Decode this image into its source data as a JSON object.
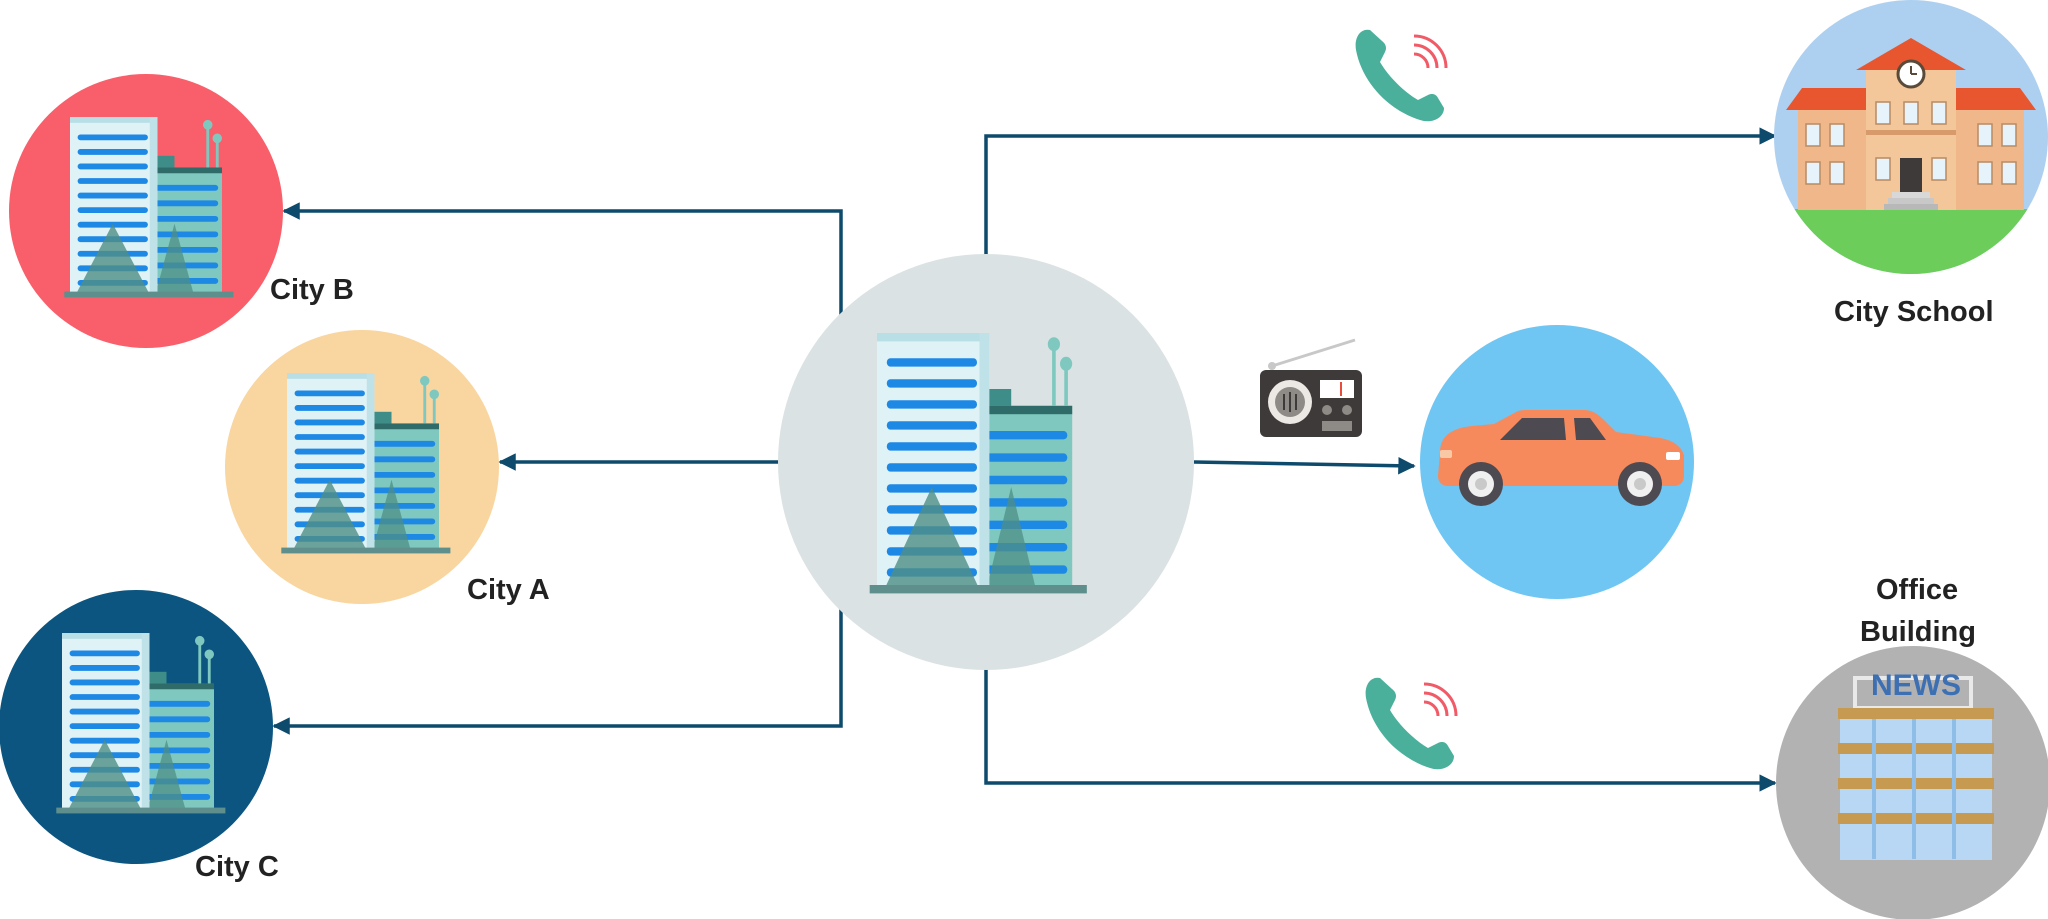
{
  "nodes": {
    "city_b": {
      "label": "City B"
    },
    "city_a": {
      "label": "City A"
    },
    "city_c": {
      "label": "City C"
    },
    "hub": {
      "label": ""
    },
    "city_school": {
      "label": "City School"
    },
    "car": {
      "label": ""
    },
    "office_building": {
      "label_line1": "Office",
      "label_line2": "Building",
      "sign": "NEWS"
    }
  },
  "icons": [
    "city-buildings-icon",
    "school-icon",
    "car-icon",
    "news-building-icon",
    "phone-icon",
    "radio-icon"
  ],
  "colors": {
    "connector": "#0e4a6c",
    "city_b_circle": "#f85f6a",
    "city_a_circle": "#f9d5a0",
    "city_c_circle": "#0b5580",
    "hub_circle": "#dae2e3",
    "school_circle": "#aed0f0",
    "car_circle": "#6fc6f3",
    "office_circle": "#b2b2b2",
    "phone": "#4ab09b",
    "signal": "#f05b67"
  }
}
